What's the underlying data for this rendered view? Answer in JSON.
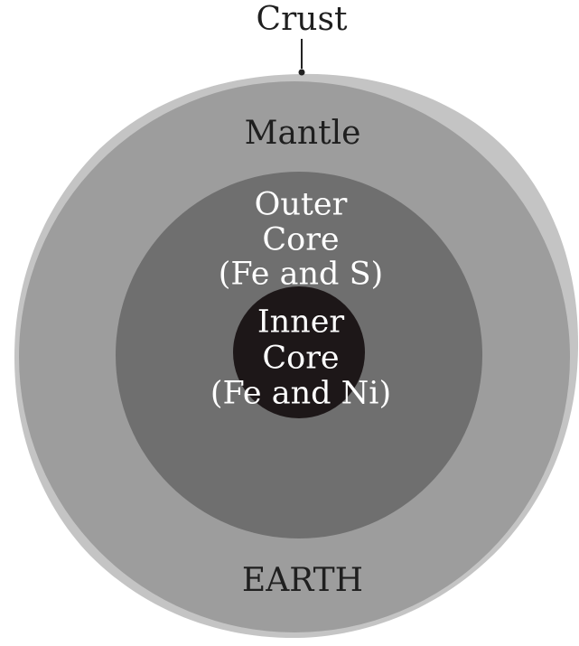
{
  "diagram": {
    "labels": {
      "crust": "Crust",
      "mantle": "Mantle",
      "outer_core": [
        "Outer",
        "Core",
        "(Fe and S)"
      ],
      "inner_core": [
        "Inner",
        "Core",
        "(Fe and Ni)"
      ],
      "earth": "EARTH"
    },
    "colors": {
      "background": "#ffffff",
      "crust": "#c4c4c4",
      "mantle": "#9d9d9d",
      "outer_core": "#6f6f6f",
      "inner_core": "#1d1718",
      "label_dark": "#1f1f1f",
      "label_light": "#ffffff",
      "pointer": "#222222"
    }
  }
}
